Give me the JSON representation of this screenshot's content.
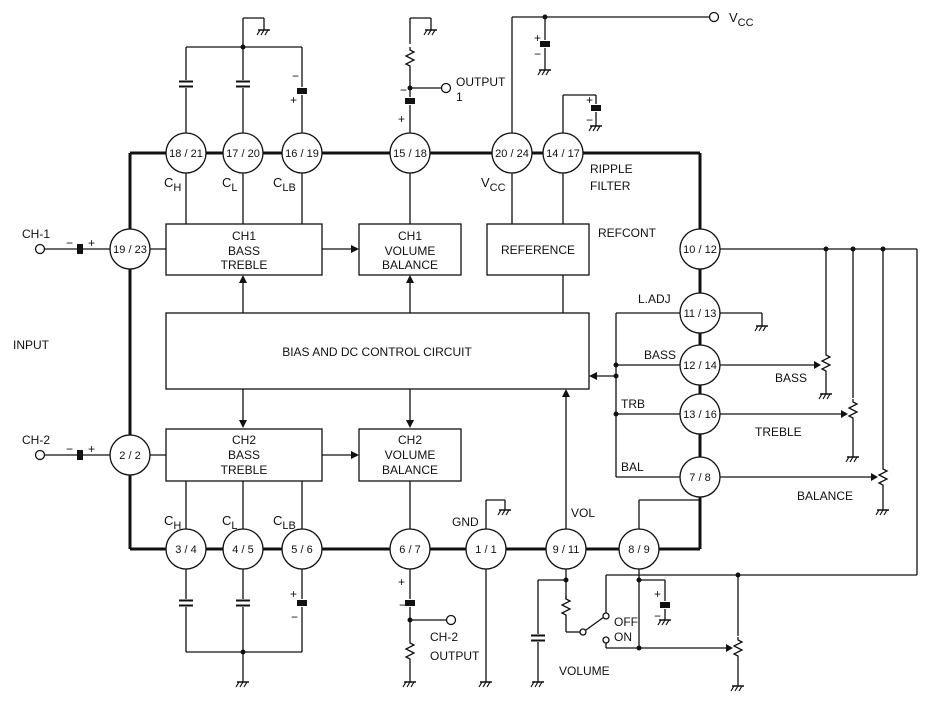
{
  "blocks": {
    "ch1_tone": [
      "CH1",
      "BASS",
      "TREBLE"
    ],
    "ch1_vol": [
      "CH1",
      "VOLUME",
      "BALANCE"
    ],
    "reference": "REFERENCE",
    "bias": "BIAS AND DC CONTROL CIRCUIT",
    "ch2_tone": [
      "CH2",
      "BASS",
      "TREBLE"
    ],
    "ch2_vol": [
      "CH2",
      "VOLUME",
      "BALANCE"
    ]
  },
  "pins": {
    "top": [
      "18 / 21",
      "17 / 20",
      "16 / 19",
      "15 / 18",
      "20 / 24",
      "14 / 17"
    ],
    "left": [
      "19 / 23",
      "2 / 2"
    ],
    "right": [
      "10 / 12",
      "11 / 13",
      "12 / 14",
      "13 / 16",
      "7 / 8"
    ],
    "bottom": [
      "3 / 4",
      "4 / 5",
      "5 / 6",
      "6 / 7",
      "1 / 1",
      "9 / 11",
      "8 / 9"
    ]
  },
  "labels": {
    "vcc_top": "V",
    "vcc_top_sub": "CC",
    "vcc_pin": "V",
    "vcc_pin_sub": "CC",
    "output1": [
      "OUTPUT",
      "1"
    ],
    "ripple": [
      "RIPPLE",
      "FILTER"
    ],
    "ch_top": [
      "C",
      "H",
      "C",
      "L",
      "C",
      "LB"
    ],
    "ch_bot": [
      "C",
      "H",
      "C",
      "L",
      "C",
      "LB"
    ],
    "ch1": "CH-1",
    "ch2": "CH-2",
    "input": "INPUT",
    "refcont": "REFCONT",
    "ladj": "L.ADJ",
    "bass_pin": "BASS",
    "trb_pin": "TRB",
    "bal_pin": "BAL",
    "bass_pot": "BASS",
    "treble_pot": "TREBLE",
    "balance_pot": "BALANCE",
    "gnd": "GND",
    "vol": "VOL",
    "ch2_output": [
      "CH-2",
      "OUTPUT"
    ],
    "off": "OFF",
    "on": "ON",
    "volume": "VOLUME",
    "minus": "−",
    "plus": "+"
  }
}
